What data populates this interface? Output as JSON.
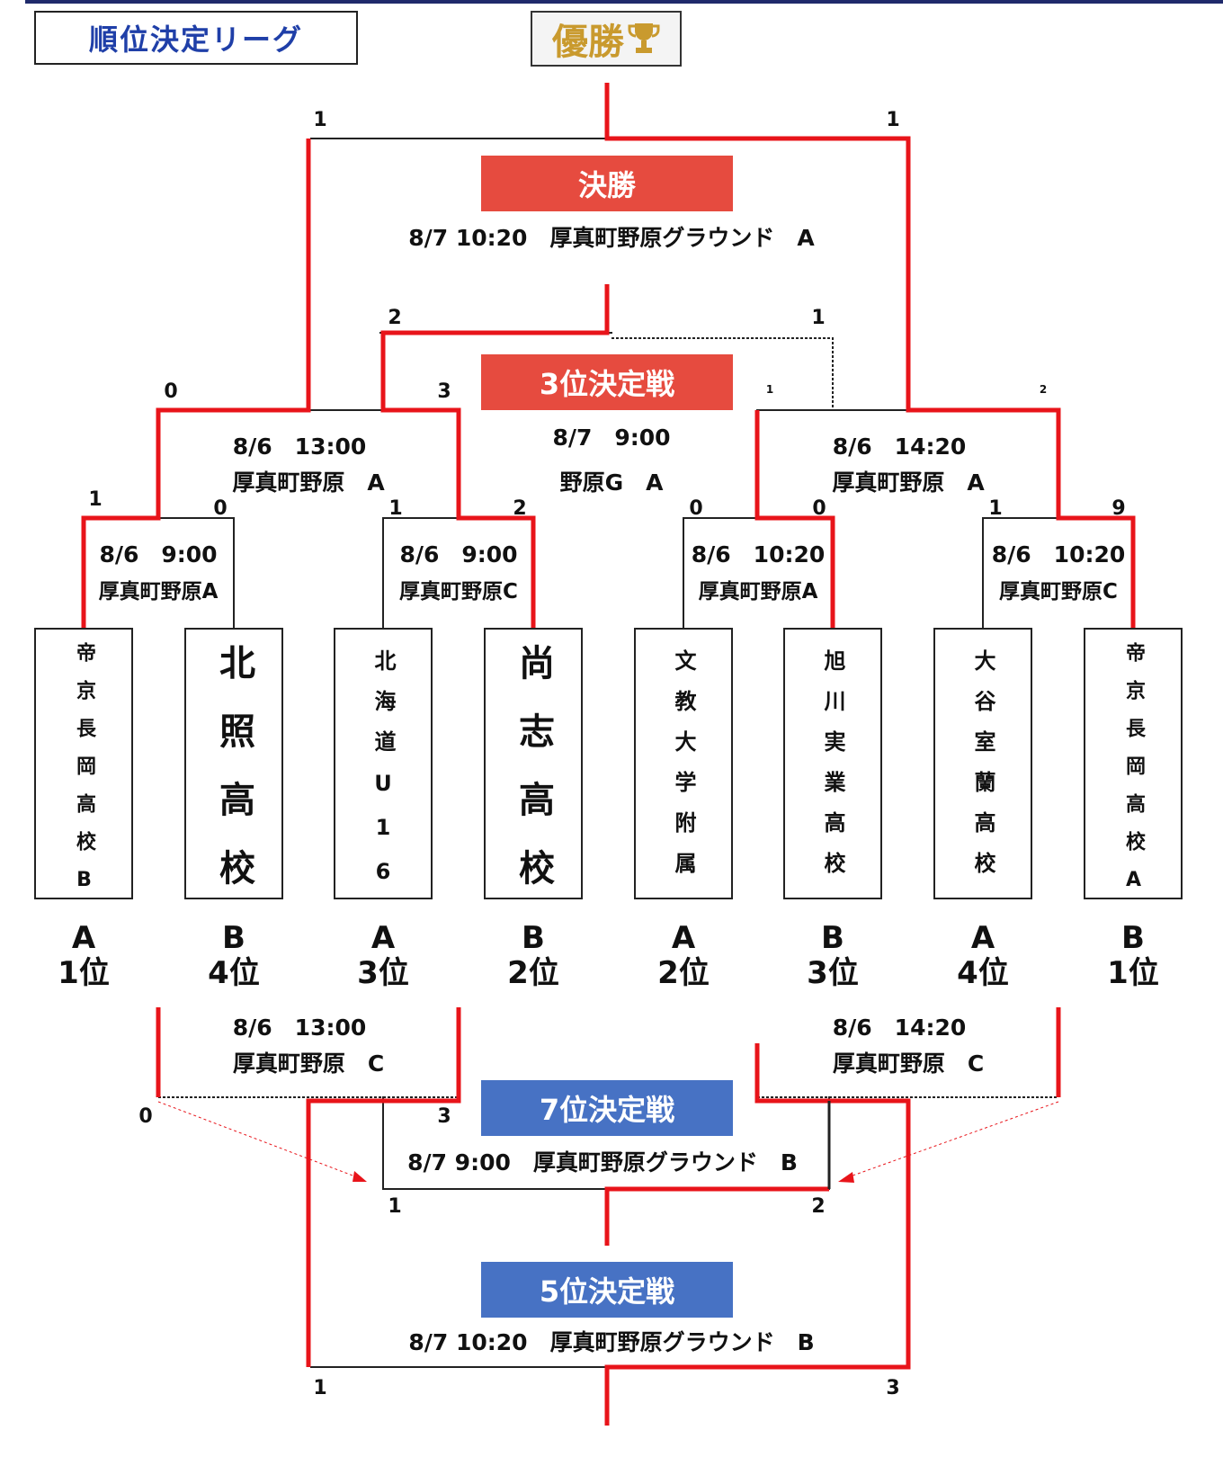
{
  "header": {
    "league_title": "順位決定リーグ",
    "champion_label": "優勝",
    "trophy_icon": "trophy-icon"
  },
  "matches": {
    "final": {
      "label": "決勝",
      "info": "8/7 10:20　厚真町野原グラウンド　A",
      "color": "#e64b3f"
    },
    "third_place": {
      "label": "3位決定戦",
      "date": "8/7　9:00",
      "venue": "野原G　A",
      "color": "#e64b3f"
    },
    "seventh_place": {
      "label": "7位決定戦",
      "info": "8/7 9:00　厚真町野原グラウンド　B",
      "color": "#4772c4"
    },
    "fifth_place": {
      "label": "5位決定戦",
      "info": "8/7 10:20　厚真町野原グラウンド　B",
      "color": "#4772c4"
    }
  },
  "semis": {
    "left": {
      "date": "8/6　13:00",
      "venue": "厚真町野原　A"
    },
    "right": {
      "date": "8/6　14:20",
      "venue": "厚真町野原　A"
    }
  },
  "consolation": {
    "left": {
      "date": "8/6　13:00",
      "venue": "厚真町野原　C"
    },
    "right": {
      "date": "8/6　14:20",
      "venue": "厚真町野原　C"
    }
  },
  "quarters": [
    {
      "date": "8/6　9:00",
      "venue": "厚真町野原A"
    },
    {
      "date": "8/6　9:00",
      "venue": "厚真町野原C"
    },
    {
      "date": "8/6　10:20",
      "venue": "厚真町野原A"
    },
    {
      "date": "8/6　10:20",
      "venue": "厚真町野原C"
    }
  ],
  "teams": [
    {
      "name": "帝京長岡高校B",
      "group": "A",
      "rank": "1位"
    },
    {
      "name": "北照高校",
      "group": "B",
      "rank": "4位"
    },
    {
      "name": "北海道U16",
      "group": "A",
      "rank": "3位"
    },
    {
      "name": "尚志高校",
      "group": "B",
      "rank": "2位"
    },
    {
      "name": "文教大学附属",
      "group": "A",
      "rank": "2位"
    },
    {
      "name": "旭川実業高校",
      "group": "B",
      "rank": "3位"
    },
    {
      "name": "大谷室蘭高校",
      "group": "A",
      "rank": "4位"
    },
    {
      "name": "帝京長岡高校A",
      "group": "B",
      "rank": "1位"
    }
  ],
  "scores": {
    "final_left": "1",
    "final_right": "1",
    "third_left": "2",
    "third_right": "1",
    "semi_left_a": "0",
    "semi_left_b": "3",
    "semi_right_a": "1",
    "semi_right_b": "2",
    "qf1_a": "1",
    "qf1_b": "0",
    "qf2_a": "1",
    "qf2_b": "2",
    "qf3_a": "0",
    "qf3_b": "0",
    "qf4_a": "1",
    "qf4_b": "9",
    "cons_left_loser": "0",
    "cons_left_winner": "3",
    "seventh_left": "1",
    "seventh_right": "2",
    "fifth_left": "1",
    "fifth_right": "3"
  },
  "colors": {
    "winner_line": "#e8141a",
    "line": "#222222",
    "title_text": "#1f3fa8",
    "champion_text": "#c99a2e"
  }
}
